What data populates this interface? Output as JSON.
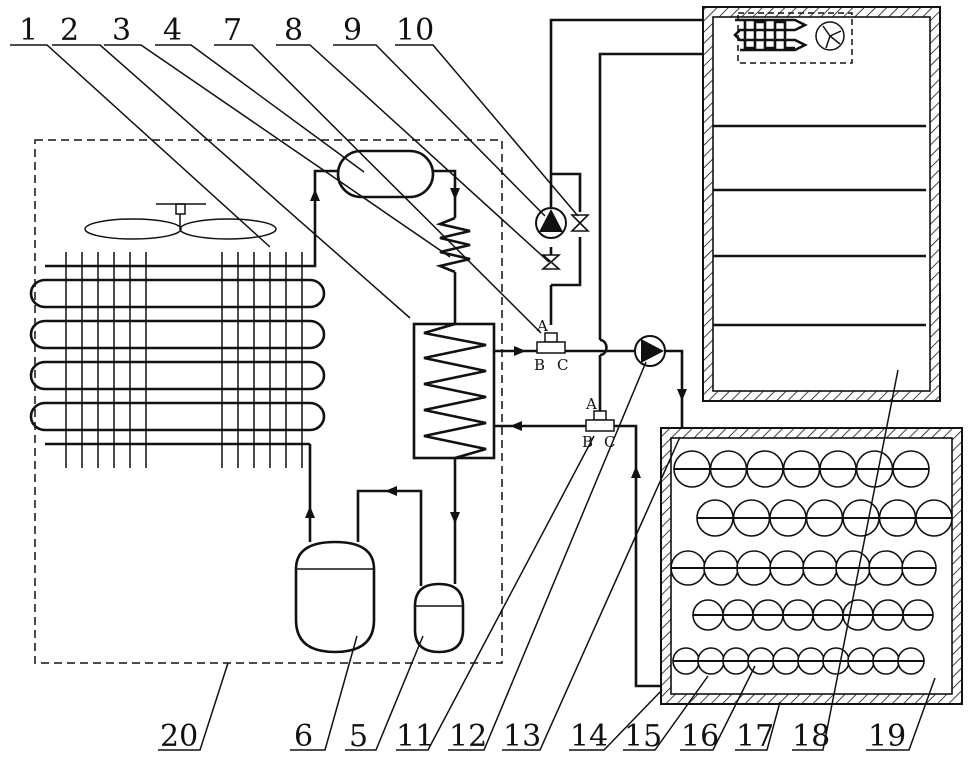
{
  "diagram": {
    "callouts_top": [
      "1",
      "2",
      "3",
      "4",
      "7",
      "8",
      "9",
      "10"
    ],
    "callouts_bottom": [
      "20",
      "6",
      "5",
      "11",
      "12",
      "13",
      "14",
      "15",
      "16",
      "17",
      "18",
      "19"
    ],
    "valve_upper_ports": [
      "A",
      "B",
      "C"
    ],
    "valve_lower_ports": [
      "A",
      "B",
      "C"
    ]
  }
}
